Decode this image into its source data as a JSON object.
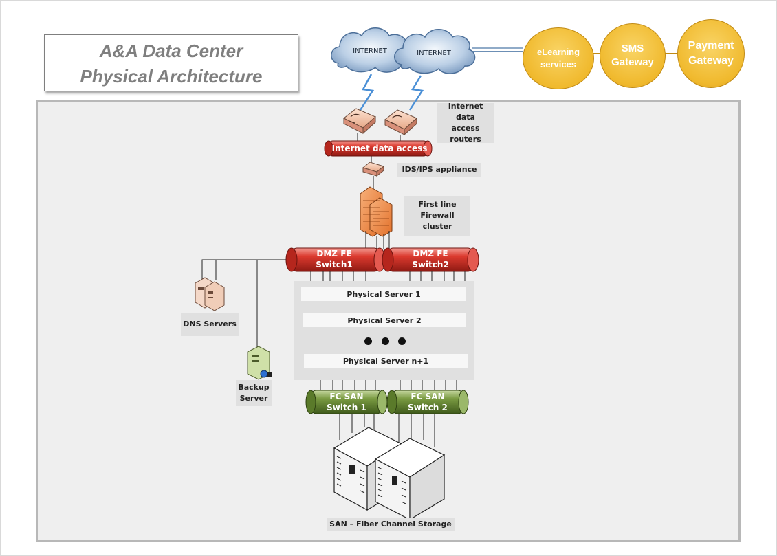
{
  "title": {
    "line1": "A&A Data Center",
    "line2": "Physical Architecture"
  },
  "clouds": [
    "INTERNET",
    "INTERNET"
  ],
  "services": [
    "eLearning services",
    "SMS Gateway",
    "Payment Gateway"
  ],
  "labels": {
    "routers": "Internet data access routers",
    "ids": "IDS/IPS appliance",
    "firewall": "First line Firewall cluster",
    "dns": "DNS Servers",
    "backup": "Backup Server",
    "san": "SAN – Fiber Channel Storage"
  },
  "pipes": {
    "internet_access": "Internet data access",
    "dmz1_a": "DMZ FE",
    "dmz1_b": "Switch1",
    "dmz2_a": "DMZ FE",
    "dmz2_b": "Switch2",
    "fc1_a": "FC SAN",
    "fc1_b": "Switch 1",
    "fc2_a": "FC SAN",
    "fc2_b": "Switch 2"
  },
  "servers": [
    "Physical Server 1",
    "Physical Server 2",
    "Physical Server n+1"
  ],
  "colors": {
    "internet_pipe": "#d9332b",
    "dmz_pipe": "#d9332b",
    "fc_pipe": "#6e8f3a",
    "service_circle": "#f0b92d",
    "firewall": "#f08a3c"
  }
}
